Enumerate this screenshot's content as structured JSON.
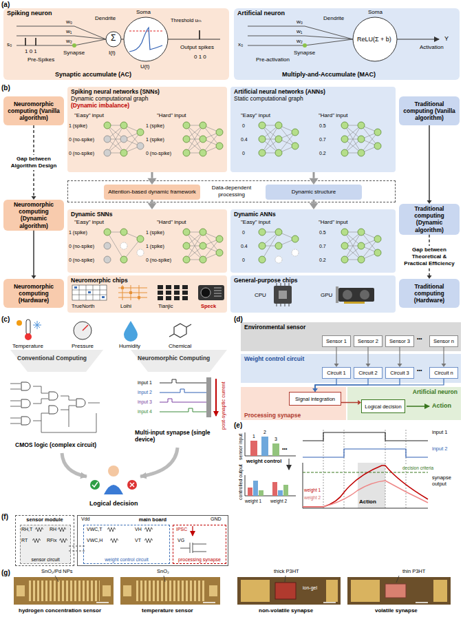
{
  "diagram": {
    "nodes": [
      {
        "text": [
          "Spiking neuron"
        ]
      },
      {
        "text": [
          "Artificial neuron"
        ]
      },
      {
        "text": [
          "Neuromorphic computing (Vanilla algorithm)"
        ]
      },
      {
        "text": [
          "Spiking neural networks (SNNs)",
          "Dynamic computational graph",
          "(Dynamic imbalance)"
        ]
      },
      {
        "text": [
          "Artificial neural networks (ANNs)",
          "Static computational graph"
        ]
      },
      {
        "text": [
          "Traditional computing (Vanilla algorithm)"
        ]
      },
      {
        "text": [
          "Data-dependent processing"
        ]
      },
      {
        "text": [
          "Attention-based dynamic framework"
        ],
        "in": 6
      },
      {
        "text": [
          "Dynamic structure"
        ],
        "in": 6
      },
      {
        "text": [
          "Neuromorphic computing (Dynamic algorithm)"
        ]
      },
      {
        "text": [
          "Dynamic SNNs"
        ]
      },
      {
        "text": [
          "Dynamic ANNs"
        ]
      },
      {
        "text": [
          "Traditional computing (Dynamic algorithm)"
        ]
      },
      {
        "text": [
          "Neuromorphic computing (Hardware)"
        ]
      },
      {
        "text": [
          "Neuromorphic chips"
        ]
      },
      {
        "text": [
          "General-purpose chips"
        ]
      },
      {
        "text": [
          "Traditional computing (Hardware)"
        ]
      },
      {
        "text": [
          "Environmental sensor"
        ]
      },
      {
        "text": [
          "Sensor 1"
        ],
        "in": 17
      },
      {
        "text": [
          "Sensor 2"
        ],
        "in": 17
      },
      {
        "text": [
          "Sensor 3"
        ],
        "in": 17
      },
      {
        "text": [
          "Sensor n"
        ],
        "in": 17
      },
      {
        "text": [
          "Weight control circuit"
        ]
      },
      {
        "text": [
          "Circuit 1"
        ],
        "in": 22
      },
      {
        "text": [
          "Circuit 2"
        ],
        "in": 22
      },
      {
        "text": [
          "Circuit 3"
        ],
        "in": 22
      },
      {
        "text": [
          "Circuit n"
        ],
        "in": 22
      },
      {
        "text": [
          "Processing synapse"
        ]
      },
      {
        "text": [
          "Signal integration"
        ],
        "in": 27
      },
      {
        "text": [
          "Artificial neuron"
        ]
      },
      {
        "text": [
          "Logical decision"
        ],
        "in": 29
      },
      {
        "text": [
          "sensor module"
        ]
      },
      {
        "text": [
          "sensor circuit"
        ],
        "in": 31
      },
      {
        "text": [
          "main board"
        ]
      },
      {
        "text": [
          "weight control circuit"
        ],
        "in": 33
      },
      {
        "text": [
          "processing synapse"
        ],
        "in": 33
      }
    ],
    "edges": [
      {
        "from": 2,
        "to": 9,
        "arrow": "to",
        "label": "Gap between Algorithm Design"
      },
      {
        "from": 9,
        "to": 13,
        "arrow": "to"
      },
      {
        "from": 5,
        "to": 12,
        "arrow": "to"
      },
      {
        "from": 12,
        "to": 16,
        "arrow": "to",
        "label": "Gap between Theoretical & Practical Efficiency"
      },
      {
        "from": 3,
        "to": 7,
        "arrow": "to"
      },
      {
        "from": 4,
        "to": 8,
        "arrow": "to"
      },
      {
        "from": 7,
        "to": 10,
        "arrow": "to"
      },
      {
        "from": 8,
        "to": 11,
        "arrow": "to"
      },
      {
        "from": 18,
        "to": 23,
        "arrow": "to"
      },
      {
        "from": 19,
        "to": 24,
        "arrow": "to"
      },
      {
        "from": 20,
        "to": 25,
        "arrow": "to"
      },
      {
        "from": 21,
        "to": 26,
        "arrow": "to"
      },
      {
        "from": 23,
        "to": 28,
        "arrow": "to"
      },
      {
        "from": 24,
        "to": 28,
        "arrow": "to"
      },
      {
        "from": 25,
        "to": 28,
        "arrow": "to"
      },
      {
        "from": 26,
        "to": 28,
        "arrow": "to"
      },
      {
        "from": 28,
        "to": 30,
        "arrow": "to"
      }
    ],
    "labels": [
      "(a)",
      "Dendrite",
      "Soma",
      "Threshold uₜₕ",
      "Output spikes",
      "w₀",
      "w₁",
      "w₂",
      "Σ",
      "s₀",
      "1 0 1",
      "0 1 0",
      "Pre-Spikes",
      "Synapse",
      "I(t)",
      "U(t)",
      "Synaptic accumulate (AC)",
      "Dendrite",
      "Soma",
      "w₀",
      "w₁",
      "w₂",
      "ReLU(Σ + b)",
      "Y",
      "x₀",
      "Pre-activation",
      "Synapse",
      "Activation",
      "Multiply-and-Accumulate (MAC)",
      "(b)",
      "\"Easy\" input",
      "\"Hard\" input",
      "1 (spike)",
      "0 (no-spike)",
      "0 (no-spike)",
      "1 (spike)",
      "1 (spike)",
      "0 (no-spike)",
      "\"Easy\" input",
      "\"Hard\" input",
      "0",
      "0.4",
      "0",
      "0.5",
      "0.7",
      "0.2",
      "\"Easy\" input",
      "\"Hard\" input",
      "1 (spike)",
      "0 (no-spike)",
      "0 (no-spike)",
      "1 (spike)",
      "1 (spike)",
      "0 (no-spike)",
      "\"Easy\" input",
      "\"Hard\" input",
      "0",
      "0.4",
      "0",
      "0.5",
      "0.7",
      "0.2",
      "TrueNorth",
      "Loihi",
      "Tianjic",
      "Speck",
      "CPU",
      "GPU",
      "(c)",
      "Temperature",
      "Pressure",
      "Humidity",
      "Chemical",
      "Conventional Computing",
      "Neuromorphic Computing",
      "CMOS logic (complex circuit)",
      "input 1",
      "input 2",
      "input 3",
      "input 4",
      "post-synaptic current",
      "Multi-input synapse (single device)",
      "Logical decision",
      "(d)",
      "•••",
      "•••",
      "Action",
      "(e)",
      "sensor input",
      "1",
      "2",
      "3",
      "•••",
      "weight control",
      "controlled output",
      "weight 1",
      "weight 2",
      "input 1",
      "input 2",
      "synapse output",
      "decision criteria",
      "Action",
      "weight 1",
      "weight 2",
      "(f)",
      "Vdd",
      "GND",
      "RH,T",
      "RH",
      "RT",
      "RFix",
      "VWC,T",
      "VH",
      "VWC,H",
      "VT",
      "IPSC",
      "VG",
      "(g)",
      "SnO₂/Pd NPs",
      "SnO₂",
      "thick P3HT",
      "ion-gel",
      "thin P3HT",
      "hydrogen concentration sensor",
      "temperature sensor",
      "non-volatile synapse",
      "volatile synapse"
    ]
  }
}
